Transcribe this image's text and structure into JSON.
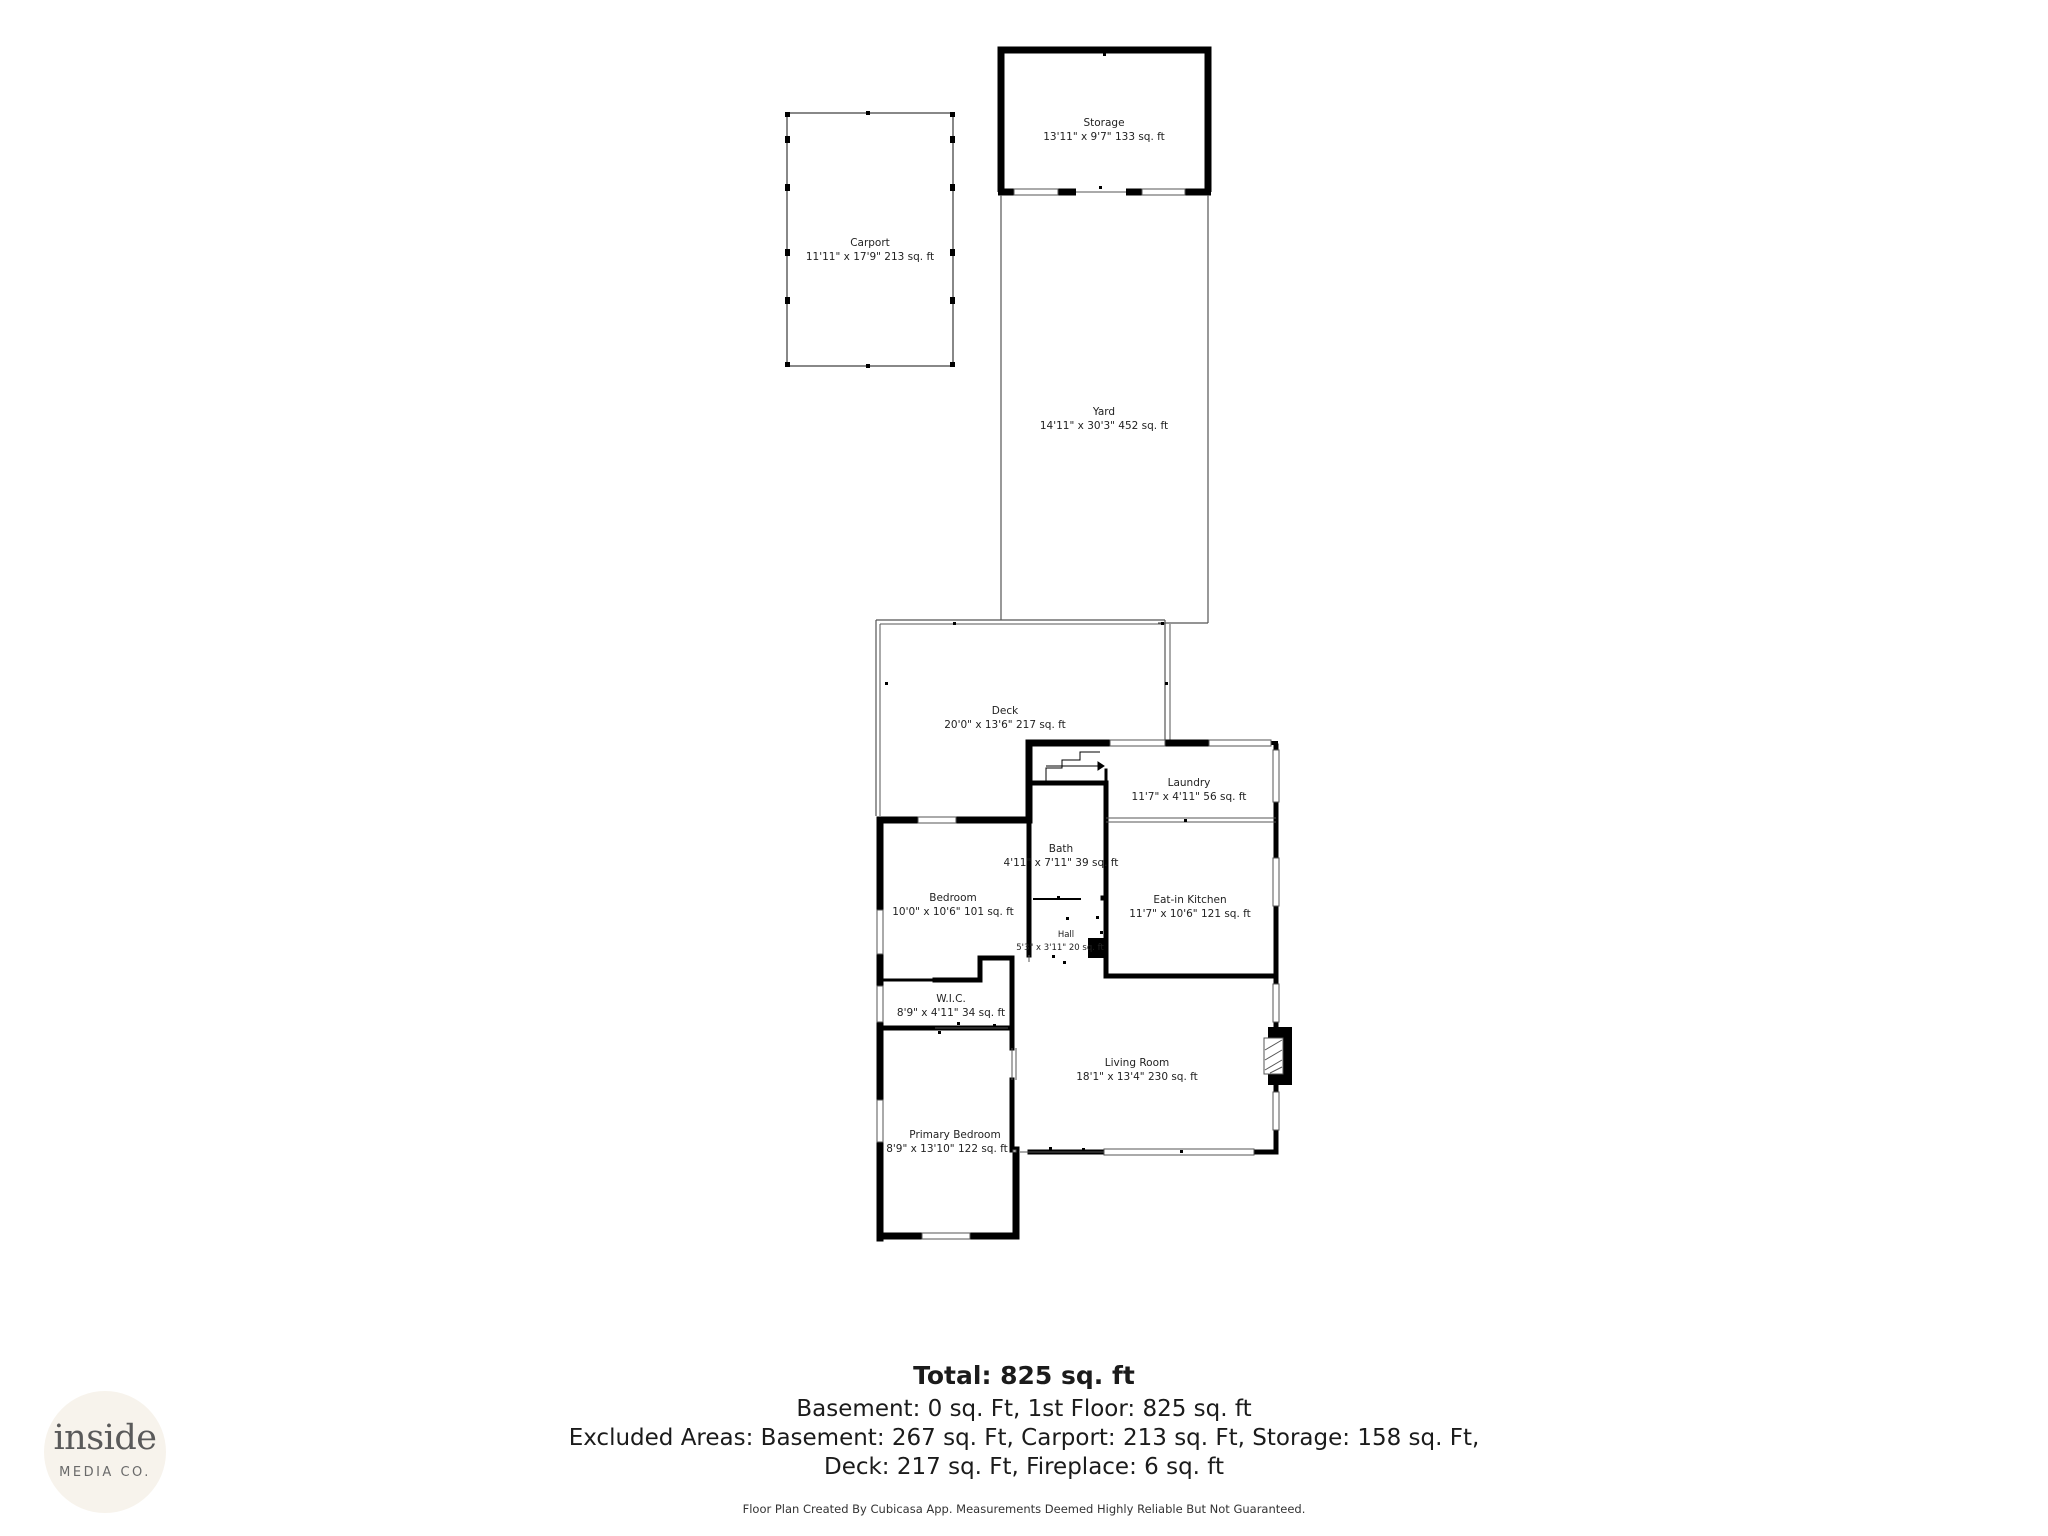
{
  "rooms": {
    "storage": {
      "name": "Storage",
      "dims": "13'11\" x 9'7\" 133 sq. ft"
    },
    "carport": {
      "name": "Carport",
      "dims": "11'11\" x 17'9\" 213 sq. ft"
    },
    "yard": {
      "name": "Yard",
      "dims": "14'11\" x 30'3\" 452 sq. ft"
    },
    "deck": {
      "name": "Deck",
      "dims": "20'0\" x 13'6\" 217 sq. ft"
    },
    "laundry": {
      "name": "Laundry",
      "dims": "11'7\" x 4'11\" 56 sq. ft"
    },
    "bath": {
      "name": "Bath",
      "dims": "4'11\" x 7'11\" 39 sq. ft"
    },
    "bedroom": {
      "name": "Bedroom",
      "dims": "10'0\" x 10'6\" 101 sq. ft"
    },
    "kitchen": {
      "name": "Eat-in Kitchen",
      "dims": "11'7\" x 10'6\" 121 sq. ft"
    },
    "hall": {
      "name": "Hall",
      "dims": "5'3\" x 3'11\" 20 sq. ft"
    },
    "wic": {
      "name": "W.I.C.",
      "dims": "8'9\" x 4'11\" 34 sq. ft"
    },
    "living": {
      "name": "Living Room",
      "dims": "18'1\" x 13'4\" 230 sq. ft"
    },
    "primary": {
      "name": "Primary Bedroom",
      "dims": "8'9\" x 13'10\" 122 sq. ft"
    }
  },
  "summary": {
    "total": "Total: 825 sq. ft",
    "line1": "Basement: 0 sq. Ft, 1st Floor: 825 sq. ft",
    "line2": "Excluded Areas: Basement: 267 sq. Ft, Carport: 213 sq. Ft, Storage: 158 sq. Ft,",
    "line3": "Deck: 217 sq. Ft, Fireplace: 6 sq. ft"
  },
  "disclaimer": "Floor Plan Created By Cubicasa App. Measurements Deemed Highly Reliable But Not Guaranteed.",
  "logo": {
    "word": "inside",
    "sub": "MEDIA CO."
  },
  "colors": {
    "wall": "#000000",
    "thin_line": "#555555",
    "logo_bg": "#f7f3ec"
  }
}
